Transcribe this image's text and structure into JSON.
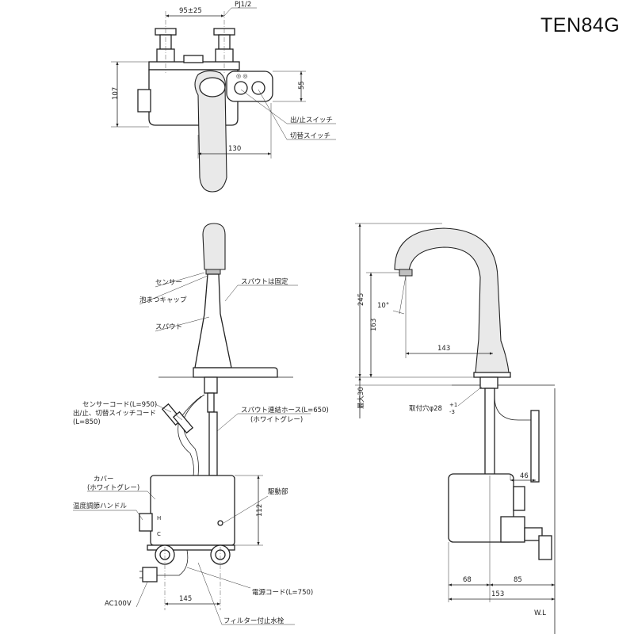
{
  "title": "TEN84G",
  "top_view": {
    "dim_width": "95±25",
    "dim_thread": "PJ1/2",
    "dim_height": "107",
    "dim_55": "55",
    "dim_130": "130",
    "label_switch": "出/止スイッチ",
    "label_toggle": "切替スイッチ"
  },
  "front_view": {
    "label_sensor": "センサー",
    "label_aerator": "泡まつキャップ",
    "label_spout": "スパウト",
    "label_spout_fixed": "スパウトは固定",
    "label_sensor_cord": "センサーコード(L=950)",
    "label_switch_cord_1": "出/止、切替スイッチコード",
    "label_switch_cord_2": "(L=850)",
    "label_hose_1": "スパウト連結ホース(L=650)",
    "label_hose_2": "(ホワイトグレー)",
    "label_cover_1": "カバー",
    "label_cover_2": "(ホワイトグレー)",
    "label_temp_handle": "温度調節ハンドル",
    "label_drive": "駆動部",
    "dim_112": "112",
    "label_power_cord": "電源コード(L=750)",
    "label_ac": "AC100V",
    "dim_145": "145",
    "label_filter_valve": "フィルター付止水栓"
  },
  "side_view": {
    "dim_245": "245",
    "dim_163": "163",
    "dim_angle": "10°",
    "dim_143": "143",
    "dim_max30": "最大30",
    "label_hole": "取付穴φ28",
    "label_hole_tol_plus": "+1",
    "label_hole_tol_minus": "-3",
    "dim_46": "46",
    "dim_68": "68",
    "dim_85": "85",
    "dim_153": "153",
    "label_wl": "W.L"
  }
}
